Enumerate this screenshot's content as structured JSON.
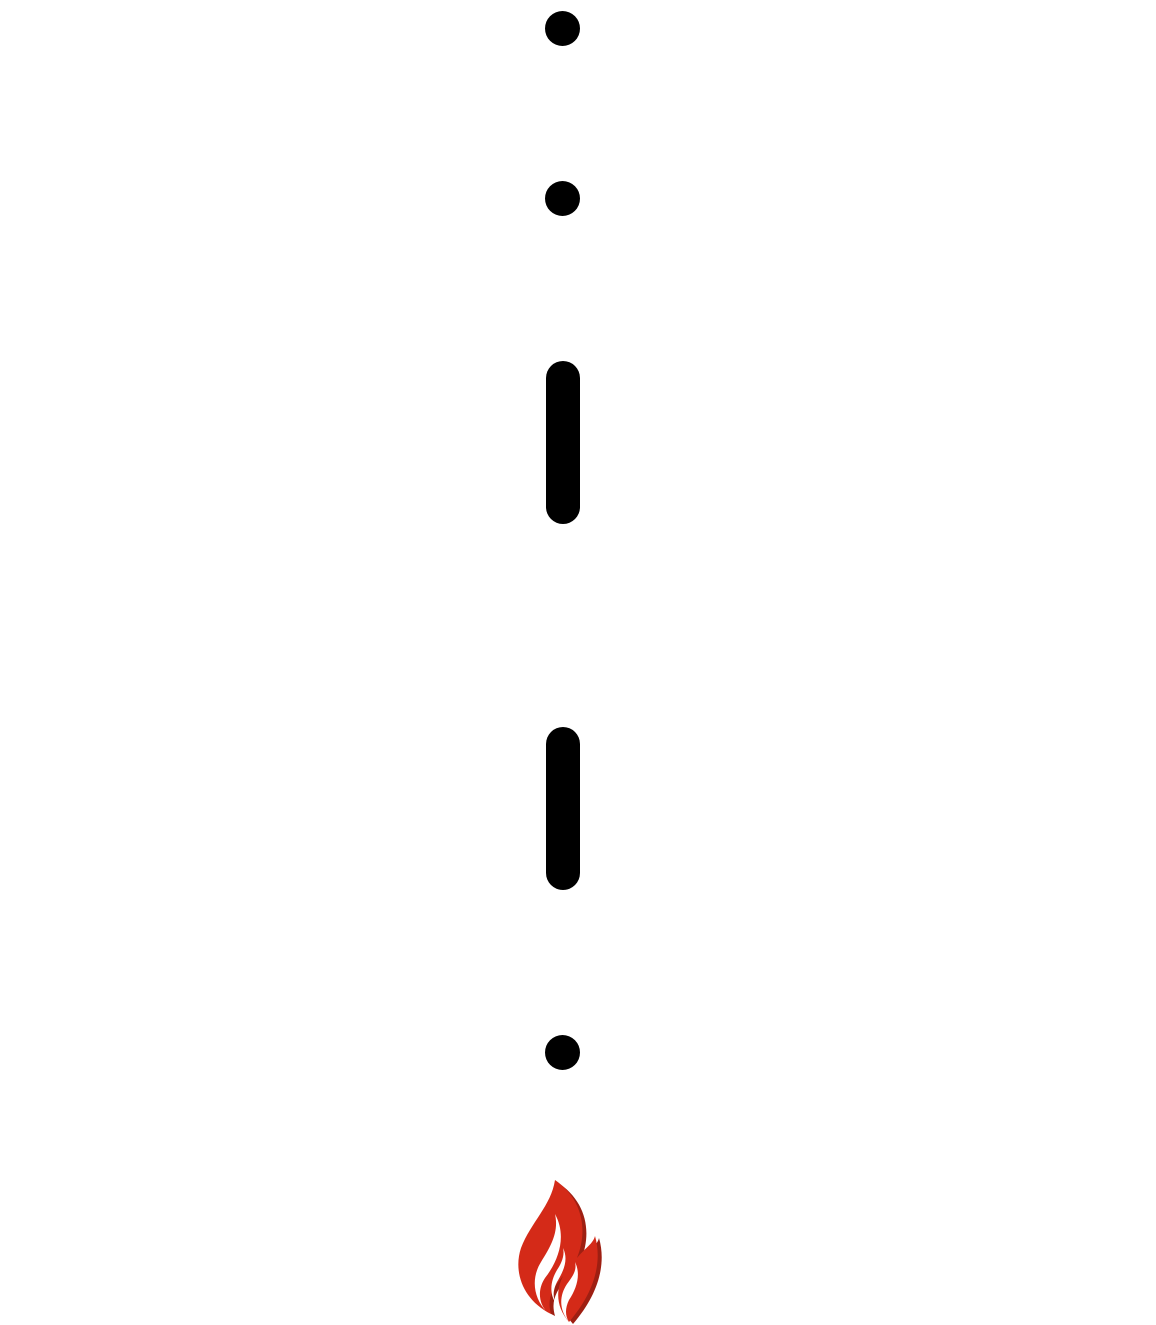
{
  "sequence": [
    {
      "symbol": "dot",
      "icon": "dot-icon"
    },
    {
      "symbol": "dot",
      "icon": "dot-icon"
    },
    {
      "symbol": "dash",
      "icon": "dash-icon"
    },
    {
      "symbol": "dash",
      "icon": "dash-icon"
    },
    {
      "symbol": "dot",
      "icon": "dot-icon"
    }
  ],
  "logo": {
    "icon": "flame-icon",
    "colors": {
      "primary": "#d42a18",
      "shadow": "#9e1f12",
      "background": "#ffffff"
    }
  },
  "colors": {
    "symbol": "#000000",
    "background": "#ffffff"
  }
}
